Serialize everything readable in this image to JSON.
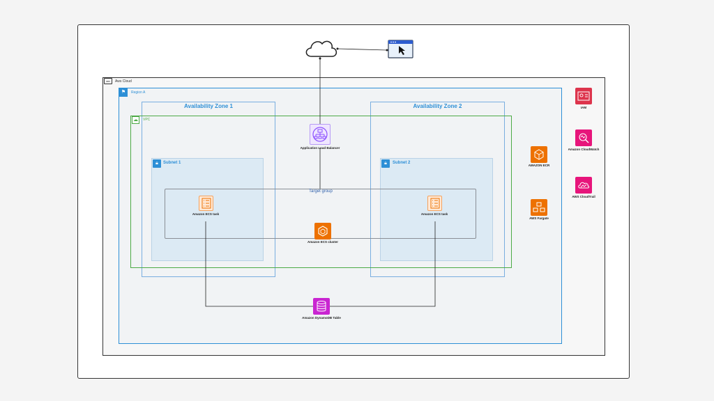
{
  "diagram": {
    "aws_cloud_label": "Aws Cloud",
    "aws_logo_text": "aws",
    "region_label": "Region A",
    "az1_label": "Availability Zone 1",
    "az2_label": "Availability Zone 2",
    "vpc_label": "VPC",
    "subnet1_label": "Subnet 1",
    "subnet2_label": "Subnet 2",
    "target_group_label": "Target group",
    "alb_label": "Application Load Balancer",
    "ecs_task1_label": "Amazon ECS task",
    "ecs_task2_label": "Amazon ECS task",
    "ecs_cluster_label": "Amazon ECS cluster",
    "dynamodb_label": "Amazon DynamoDB Table",
    "ecr_label": "AMAZON ECR",
    "fargate_label": "AWS Fargate",
    "iam_label": "IAM",
    "cloudwatch_label": "Amazon CloudWatch",
    "cloudtrail_label": "AWS CloudTrail"
  },
  "colors": {
    "region_border": "#2d8fd6",
    "vpc_border": "#4caa45",
    "alb_purple": "#8c4fff",
    "compute_orange": "#ed7100",
    "database_magenta": "#c925d1",
    "security_red": "#dd344c",
    "management_pink": "#e7157b"
  }
}
